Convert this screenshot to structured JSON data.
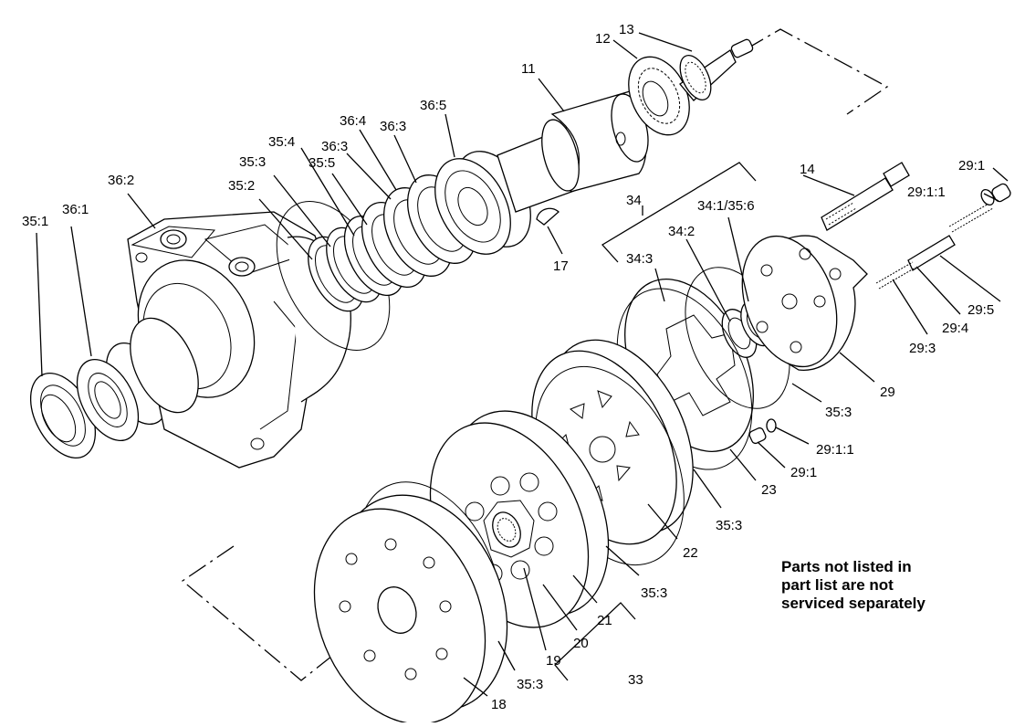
{
  "diagram": {
    "labels": {
      "l_35_1": "35:1",
      "l_36_1": "36:1",
      "l_36_2": "36:2",
      "l_35_2": "35:2",
      "l_35_3a": "35:3",
      "l_35_4": "35:4",
      "l_35_5": "35:5",
      "l_36_3a": "36:3",
      "l_36_4": "36:4",
      "l_36_3b": "36:3",
      "l_36_5": "36:5",
      "l_11": "11",
      "l_12": "12",
      "l_13": "13",
      "l_17": "17",
      "l_34": "34",
      "l_34_1": "34:1/35:6",
      "l_34_2": "34:2",
      "l_34_3": "34:3",
      "l_14": "14",
      "l_29_1a": "29:1",
      "l_29_1_1a": "29:1:1",
      "l_29_5": "29:5",
      "l_29_4": "29:4",
      "l_29_3": "29:3",
      "l_29": "29",
      "l_35_3b": "35:3",
      "l_29_1_1b": "29:1:1",
      "l_29_1b": "29:1",
      "l_23": "23",
      "l_35_3c": "35:3",
      "l_22": "22",
      "l_35_3d": "35:3",
      "l_21": "21",
      "l_20": "20",
      "l_19": "19",
      "l_35_3e": "35:3",
      "l_33": "33",
      "l_18": "18"
    },
    "note": {
      "line1": "Parts not listed in",
      "line2": "part list are not",
      "line3": "serviced separately"
    }
  }
}
